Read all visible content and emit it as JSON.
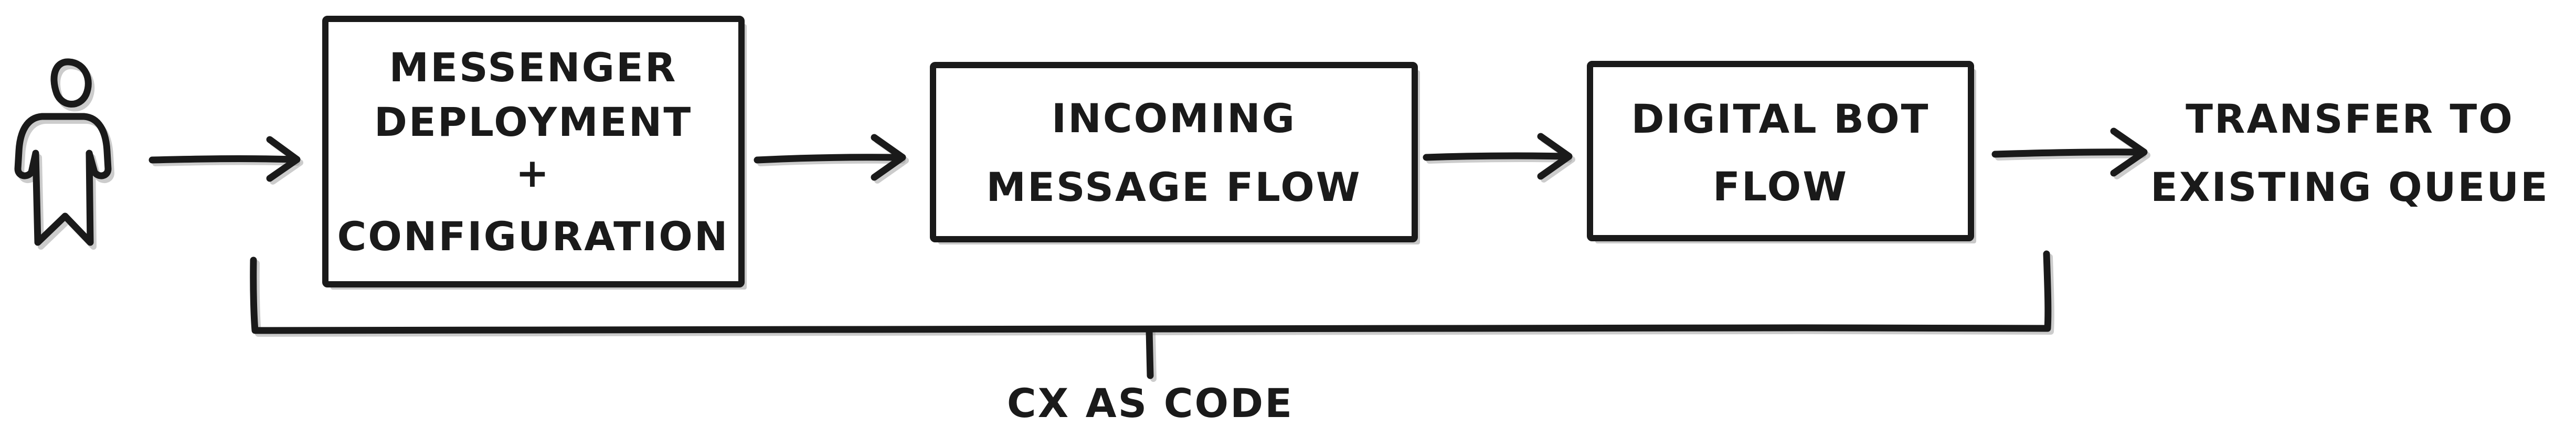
{
  "diagram": {
    "nodes": [
      {
        "id": "user",
        "kind": "person-icon",
        "icon": "person-icon",
        "lines": []
      },
      {
        "id": "messenger-deployment",
        "kind": "box",
        "lines": [
          "MESSENGER",
          "DEPLOYMENT",
          "+",
          "CONFIGURATION"
        ]
      },
      {
        "id": "incoming-message-flow",
        "kind": "box",
        "lines": [
          "INCOMING",
          "MESSAGE FLOW"
        ]
      },
      {
        "id": "digital-bot-flow",
        "kind": "box",
        "lines": [
          "DIGITAL BOT",
          "FLOW"
        ]
      },
      {
        "id": "transfer-queue",
        "kind": "text",
        "lines": [
          "TRANSFER TO",
          "EXISTING QUEUE"
        ]
      }
    ],
    "edges": [
      {
        "from": "user",
        "to": "messenger-deployment",
        "kind": "arrow"
      },
      {
        "from": "messenger-deployment",
        "to": "incoming-message-flow",
        "kind": "arrow"
      },
      {
        "from": "incoming-message-flow",
        "to": "digital-bot-flow",
        "kind": "arrow"
      },
      {
        "from": "digital-bot-flow",
        "to": "transfer-queue",
        "kind": "arrow"
      }
    ],
    "bracket": {
      "spans": [
        "messenger-deployment",
        "digital-bot-flow"
      ],
      "label": "CX AS CODE"
    }
  }
}
